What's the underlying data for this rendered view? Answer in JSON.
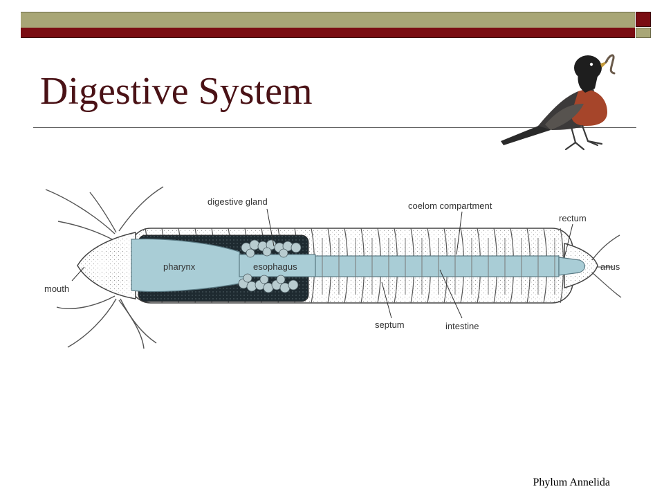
{
  "slide": {
    "title": "Digestive System",
    "footer": "Phylum Annelida"
  },
  "diagram": {
    "labels": {
      "digestive_gland": "digestive gland",
      "coelom_compartment": "coelom compartment",
      "rectum": "rectum",
      "pharynx": "pharynx",
      "esophagus": "esophagus",
      "mouth": "mouth",
      "anus": "anus",
      "septum": "septum",
      "intestine": "intestine"
    },
    "colors": {
      "gut": "#a9cdd6",
      "body": "#ffffff",
      "dark_tissue": "#1e2a30",
      "outline": "#444444"
    }
  },
  "illustration": {
    "bird": "robin-with-worm"
  },
  "theme": {
    "bar_olive": "#a8a676",
    "bar_maroon": "#7a0d12",
    "title_color": "#4a1216"
  }
}
